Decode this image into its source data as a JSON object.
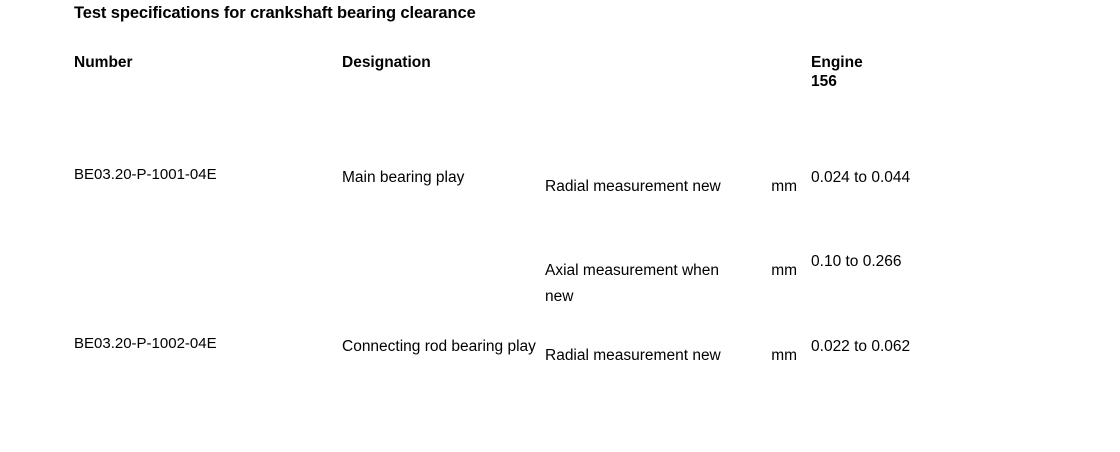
{
  "page": {
    "title": "Test specifications for crankshaft bearing clearance"
  },
  "table": {
    "headers": {
      "number": "Number",
      "designation": "Designation",
      "engine_line1": "Engine",
      "engine_line2": "156"
    },
    "rows": [
      {
        "number": "BE03.20-P-1001-04E",
        "designation": "Main bearing play",
        "details": [
          {
            "label": "Radial measurement new",
            "unit": "mm",
            "value": "0.024 to 0.044"
          },
          {
            "label": "Axial measurement when new",
            "unit": "mm",
            "value": "0.10 to 0.266"
          }
        ]
      },
      {
        "number": "BE03.20-P-1002-04E",
        "designation": "Connecting rod bearing play",
        "details": [
          {
            "label": "Radial measurement new",
            "unit": "mm",
            "value": "0.022 to 0.062"
          }
        ]
      }
    ]
  },
  "colors": {
    "border": "#000000",
    "text": "#000000",
    "background": "#ffffff"
  }
}
